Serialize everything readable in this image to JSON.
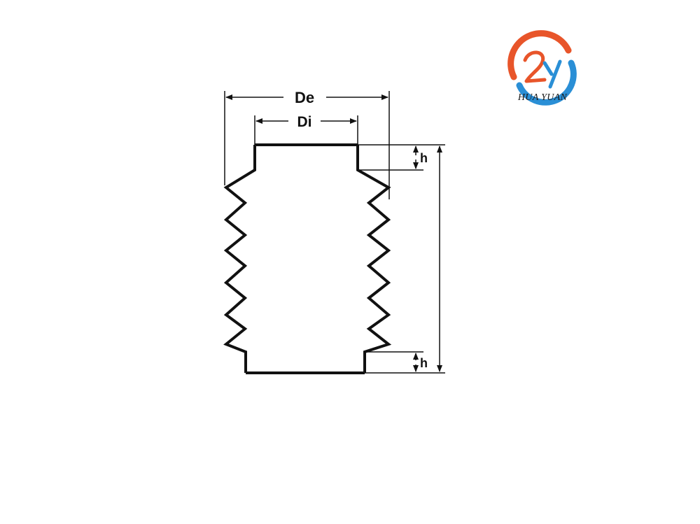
{
  "logo": {
    "brand_text": "HUA YUAN",
    "colors": {
      "orange": "#e8552a",
      "blue": "#2a8fd6"
    }
  },
  "diagram": {
    "labels": {
      "outer_diameter": "De",
      "inner_diameter": "Di",
      "height_top": "h",
      "height_bottom": "h"
    },
    "stroke_color": "#111111"
  }
}
